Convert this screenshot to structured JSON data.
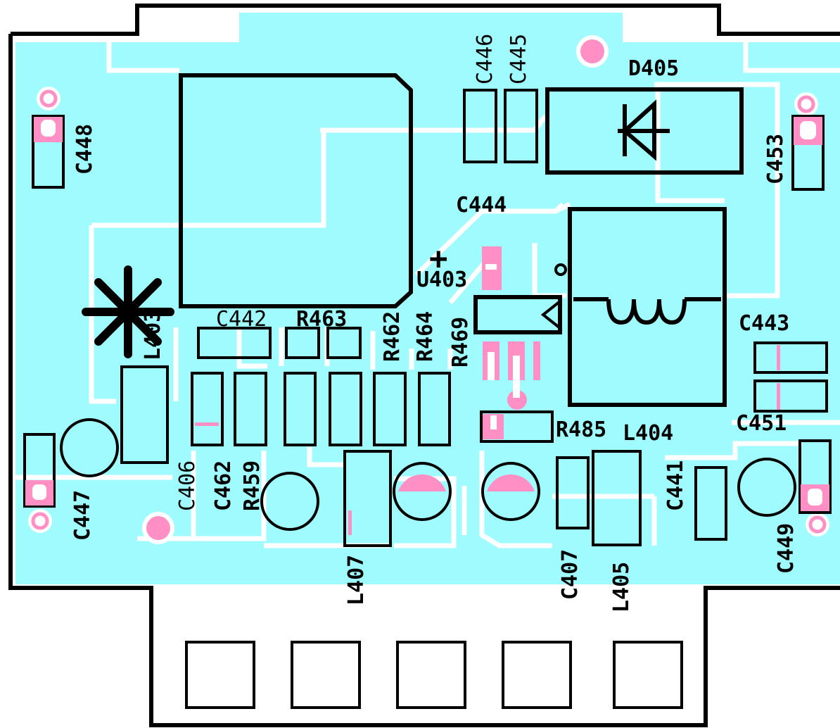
{
  "colors": {
    "board": "#9ffbfd",
    "trace_gap": "#ffffff",
    "pad": "#ff8fc4",
    "outline": "#000000"
  },
  "labels": {
    "c446": "C446",
    "c445": "C445",
    "d405": "D405",
    "c448": "C448",
    "c453": "C453",
    "c444": "C444",
    "u403": "U403",
    "c442": "C442",
    "r463": "R463",
    "r462": "R462",
    "r464": "R464",
    "r469": "R469",
    "c443": "C443",
    "l403": "L403",
    "c451": "C451",
    "r485": "R485",
    "l404": "L404",
    "c406": "C406",
    "c462": "C462",
    "r459": "R459",
    "c447": "C447",
    "c441": "C441",
    "c449": "C449",
    "l407": "L407",
    "c407": "C407",
    "l405": "L405",
    "plus": "+"
  }
}
